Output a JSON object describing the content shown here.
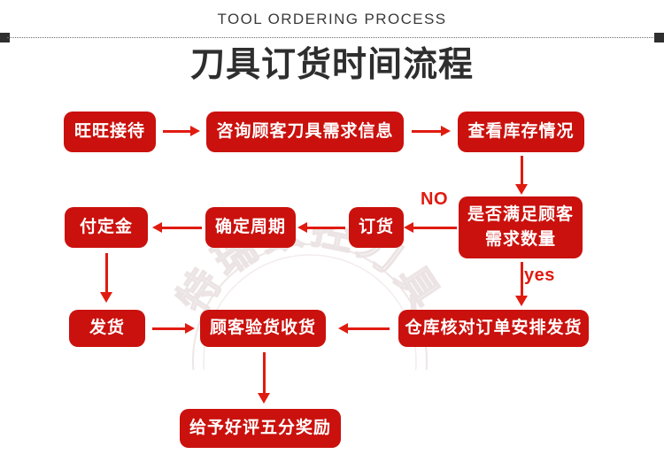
{
  "header": {
    "eyebrow": "TOOL ORDERING PROCESS",
    "title": "刀具订货时间流程"
  },
  "watermark": {
    "text": "特瑞数控刀具"
  },
  "colors": {
    "node_fill": "#ca110d",
    "arrow": "#e01b10",
    "title": "#2e2e2e",
    "divider_cap": "#2f2f2f"
  },
  "flow": {
    "nodes": [
      {
        "id": "n1",
        "label": "旺旺接待"
      },
      {
        "id": "n2",
        "label": "咨询顾客刀具需求信息"
      },
      {
        "id": "n3",
        "label": "查看库存情况"
      },
      {
        "id": "n4",
        "label": "是否满足顾客\n需求数量"
      },
      {
        "id": "n5",
        "label": "订货"
      },
      {
        "id": "n6",
        "label": "确定周期"
      },
      {
        "id": "n7",
        "label": "付定金"
      },
      {
        "id": "n8",
        "label": "发货"
      },
      {
        "id": "n9",
        "label": "顾客验货收货"
      },
      {
        "id": "n10",
        "label": "仓库核对订单安排发货"
      },
      {
        "id": "n11",
        "label": "给予好评五分奖励"
      }
    ],
    "edge_labels": [
      {
        "id": "no",
        "text": "NO"
      },
      {
        "id": "yes",
        "text": "yes"
      }
    ]
  }
}
